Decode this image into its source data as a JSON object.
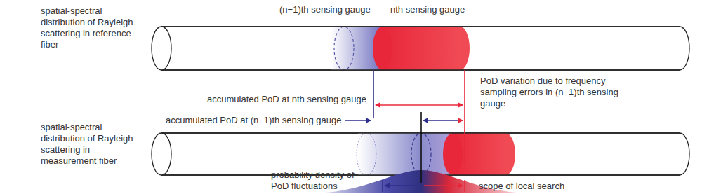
{
  "diagram": {
    "labels": [
      "spatial-spectral distribution of Rayleigh scattering in reference fiber",
      "(n−1)th sensing gauge",
      "nth sensing gauge",
      "accumulated PoD at nth sensing gauge",
      "PoD variation due to frequency sampling errors in (n−1)th sensing gauge",
      "accumulated PoD at (n−1)th sensing gauge",
      "spatial-spectral distribution of Rayleigh scattering in measurement fiber",
      "probability density of PoD fluctuations",
      "scope of local search"
    ]
  }
}
